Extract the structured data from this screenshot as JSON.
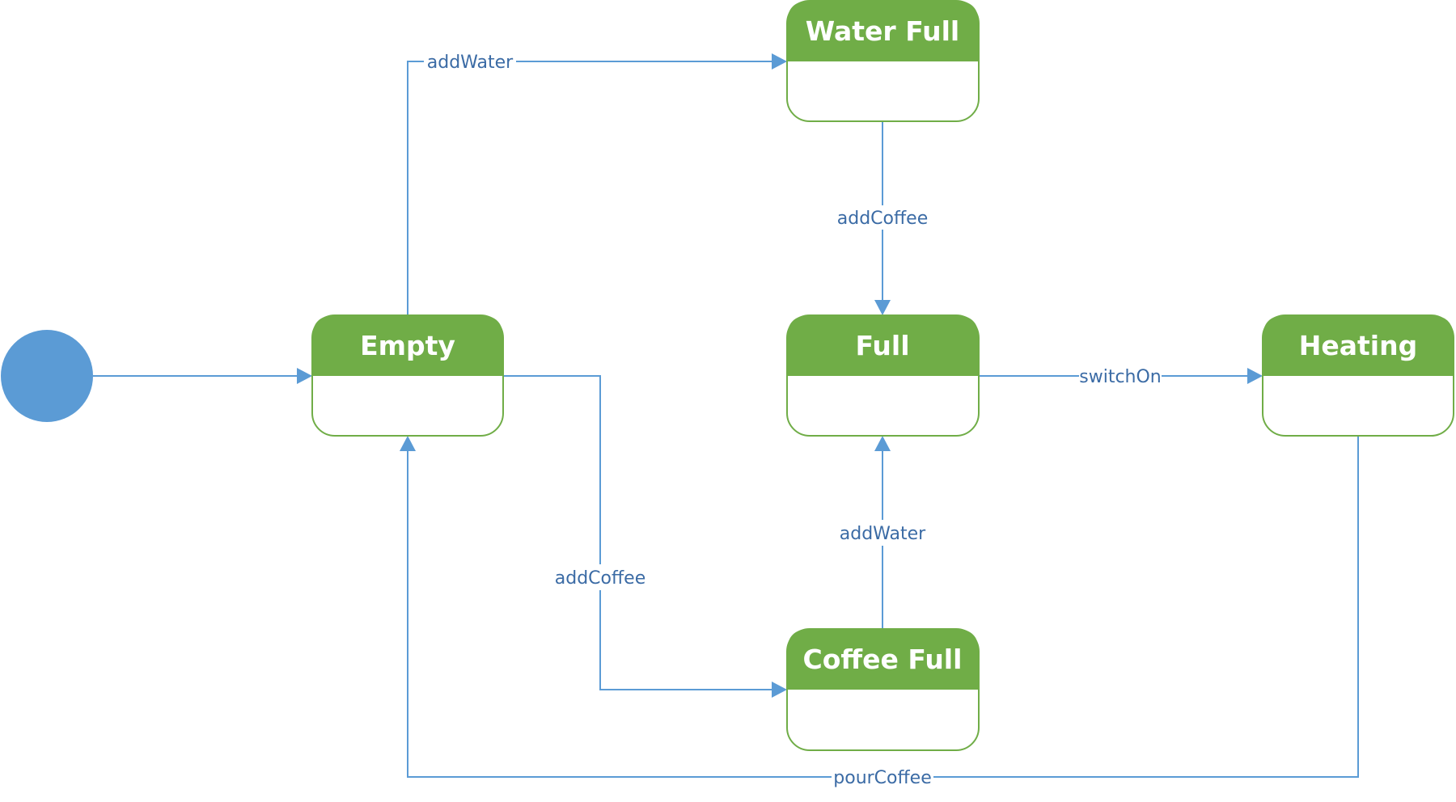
{
  "diagram": {
    "type": "state-machine",
    "colors": {
      "state_header": "#70AD47",
      "state_border": "#70AD47",
      "state_title_text": "#FFFFFF",
      "initial_node": "#5B9BD5",
      "transition_line": "#5B9BD5",
      "transition_label": "#3B6BA5"
    },
    "initial": {
      "name": "initial-state",
      "target": "empty"
    },
    "states": [
      {
        "id": "empty",
        "title": "Empty"
      },
      {
        "id": "water_full",
        "title": "Water Full"
      },
      {
        "id": "full",
        "title": "Full"
      },
      {
        "id": "heating",
        "title": "Heating"
      },
      {
        "id": "coffee_full",
        "title": "Coffee Full"
      }
    ],
    "transitions": [
      {
        "id": "t_initial",
        "from": "initial",
        "to": "empty",
        "label": ""
      },
      {
        "id": "t_empty_water",
        "from": "empty",
        "to": "water_full",
        "label": "addWater"
      },
      {
        "id": "t_water_full",
        "from": "water_full",
        "to": "full",
        "label": "addCoffee"
      },
      {
        "id": "t_full_heating",
        "from": "full",
        "to": "heating",
        "label": "switchOn"
      },
      {
        "id": "t_empty_coffee",
        "from": "empty",
        "to": "coffee_full",
        "label": "addCoffee"
      },
      {
        "id": "t_coffee_full",
        "from": "coffee_full",
        "to": "full",
        "label": "addWater"
      },
      {
        "id": "t_heating_empty",
        "from": "heating",
        "to": "empty",
        "label": "pourCoffee"
      }
    ]
  }
}
